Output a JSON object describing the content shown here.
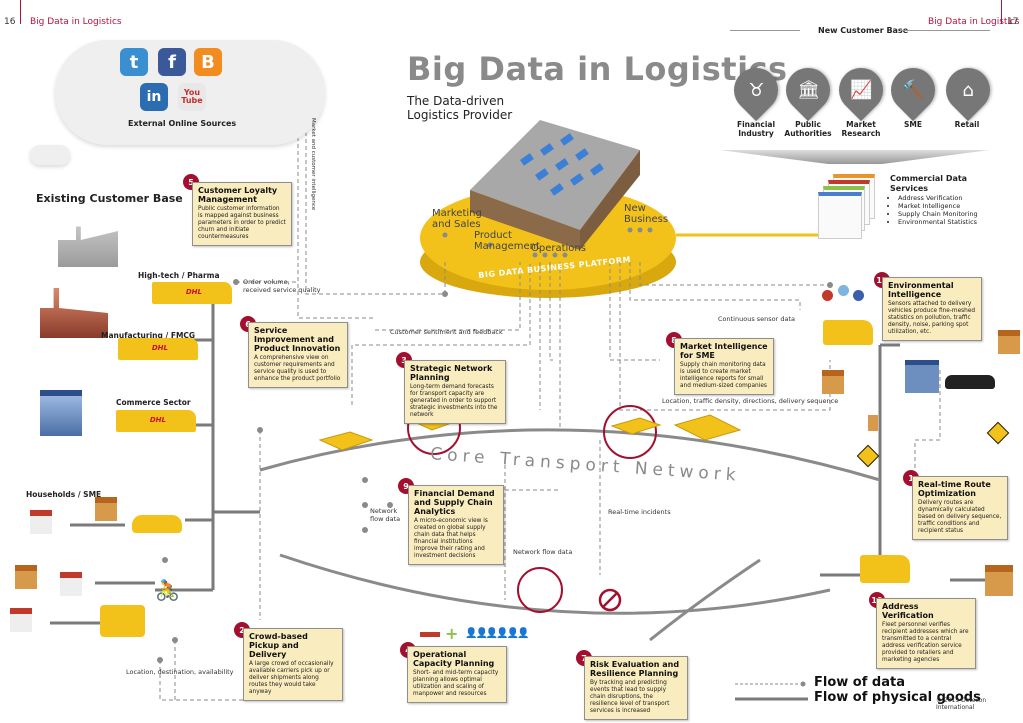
{
  "header": {
    "left_page_number": "16",
    "left_running_title": "Big Data in Logistics",
    "right_running_title": "Big Data in Logistics",
    "right_page_number": "17"
  },
  "title": {
    "main": "Big Data in Logistics",
    "subtitle_line1": "The Data-driven",
    "subtitle_line2": "Logistics Provider"
  },
  "external_sources": {
    "label": "External Online Sources",
    "icons": [
      "twitter-icon",
      "facebook-icon",
      "blogger-icon",
      "linkedin-icon",
      "youtube-icon"
    ],
    "vertical_label": "Market and customer intelligence"
  },
  "existing_customer_base": {
    "heading": "Existing Customer Base",
    "segments": [
      {
        "label": "High-tech / Pharma"
      },
      {
        "label": "Manufacturing / FMCG"
      },
      {
        "label": "Commerce Sector"
      },
      {
        "label": "Households / SME"
      }
    ],
    "order_label_line1": "Order volume,",
    "order_label_line2": "received service quality",
    "crowd_label": "Location, destination, availability"
  },
  "new_customer_base": {
    "heading": "New Customer Base",
    "segments": [
      {
        "line1": "Financial",
        "line2": "Industry",
        "icon": "bull-icon"
      },
      {
        "line1": "Public",
        "line2": "Authorities",
        "icon": "government-building-icon"
      },
      {
        "line1": "Market",
        "line2": "Research",
        "icon": "chart-icon"
      },
      {
        "line1": "SME",
        "line2": "",
        "icon": "hammer-icon"
      },
      {
        "line1": "Retail",
        "line2": "",
        "icon": "shop-icon"
      }
    ]
  },
  "commercial_services": {
    "title_line1": "Commercial Data",
    "title_line2": "Services",
    "items": [
      "Address Verification",
      "Market Intelligence",
      "Supply Chain Monitoring",
      "Environmental Statistics"
    ]
  },
  "platform": {
    "label": "BIG DATA BUSINESS PLATFORM",
    "areas": [
      {
        "line1": "Marketing",
        "line2": "and Sales"
      },
      {
        "line1": "Product",
        "line2": "Management"
      },
      {
        "line1": "Operations",
        "line2": ""
      },
      {
        "line1": "New",
        "line2": "Business"
      }
    ]
  },
  "flow_labels": {
    "customer_sentiment": "Customer sentiment and feedback",
    "continuous_sensor": "Continuous sensor data",
    "location_traffic": "Location, traffic density, directions, delivery sequence",
    "network_flow_short_line1": "Network",
    "network_flow_short_line2": "flow data",
    "network_flow": "Network flow data",
    "realtime_incidents": "Real-time incidents",
    "core_network": "Core Transport Network"
  },
  "use_cases": [
    {
      "num": "1",
      "title": "Real-time Route Optimization",
      "desc": "Delivery routes are dynamically calculated based on delivery sequence, traffic conditions and recipient status"
    },
    {
      "num": "2",
      "title": "Crowd-based Pickup and Delivery",
      "desc": "A large crowd of occasionally available carriers pick up or deliver shipments along routes they would take anyway"
    },
    {
      "num": "3",
      "title": "Strategic Network Planning",
      "desc": "Long-term demand forecasts for transport capacity are generated in order to support strategic investments into the network"
    },
    {
      "num": "4",
      "title": "Operational Capacity Planning",
      "desc": "Short- and mid-term capacity planning allows optimal utilization and scaling of manpower and resources"
    },
    {
      "num": "5",
      "title": "Customer Loyalty Management",
      "desc": "Public customer information is mapped against business parameters in order to predict churn and initiate countermeasures"
    },
    {
      "num": "6",
      "title": "Service Improvement and Product Innovation",
      "desc": "A comprehensive view on customer requirements and service quality is used to enhance the product portfolio"
    },
    {
      "num": "7",
      "title": "Risk Evaluation and Resilience Planning",
      "desc": "By tracking and predicting events that lead to supply chain disruptions, the resilience level of transport services is increased"
    },
    {
      "num": "8",
      "title": "Market Intelligence for SME",
      "desc": "Supply chain monitoring data is used to create market intelligence reports for small and medium-sized companies"
    },
    {
      "num": "9",
      "title": "Financial Demand and Supply Chain Analytics",
      "desc": "A micro-economic view is created on global supply chain data that helps financial institutions improve their rating and investment decisions"
    },
    {
      "num": "10",
      "title": "Address Verification",
      "desc": "Fleet personnel verifies recipient addresses which are transmitted to a central address verification service provided to retailers and marketing agencies"
    },
    {
      "num": "11",
      "title": "Environmental Intelligence",
      "desc": "Sensors attached to delivery vehicles produce fine-meshed statistics on pollution, traffic density, noise, parking spot utilization, etc."
    }
  ],
  "legend": {
    "data_flow": "Flow of data",
    "physical_flow": "Flow of physical goods"
  },
  "copyright": "© 2013 Detecon International",
  "truck_brand": "DHL",
  "colors": {
    "accent_red": "#a3102f",
    "dhl_yellow": "#f2c21a",
    "box_fill": "#f9ecbe",
    "line_gray": "#7a7a7a"
  }
}
